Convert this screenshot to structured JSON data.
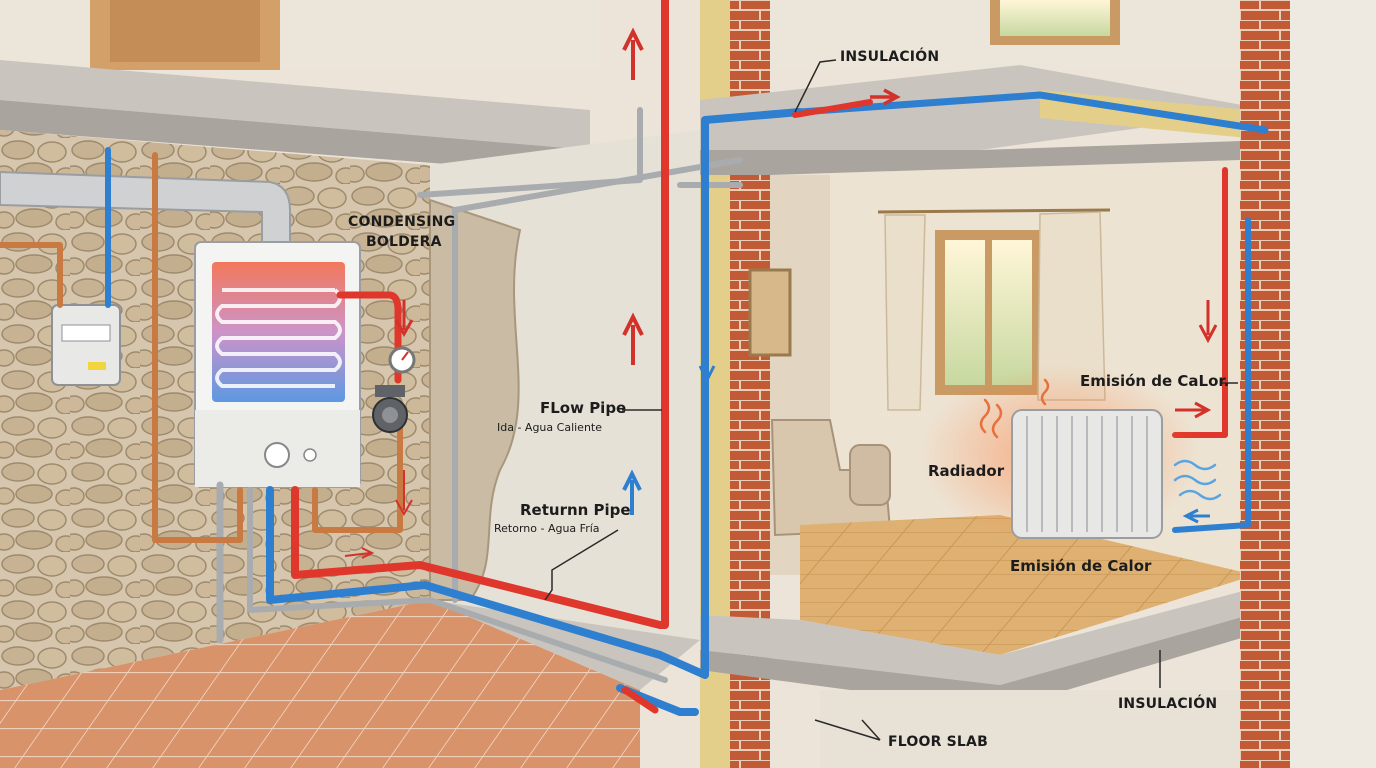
{
  "labels": {
    "boiler_title_line1": "CONDENSING",
    "boiler_title_line2": "BOLDERA",
    "insulation_top": "INSULACIÓN",
    "flow_pipe_title": "FLow Pipe",
    "flow_pipe_subtitle": "Ida - Agua Caliente",
    "return_pipe_title": "Returnn Pipe",
    "return_pipe_subtitle": "Retorno - Agua Fría",
    "heat_emission_upper": "Emisión de CaLor.",
    "radiator": "Radiador",
    "heat_emission_lower": "Emisión de Calor",
    "insulation_bottom": "INSULACIÓN",
    "floor_slab": "FLOOR SLAB"
  },
  "colors": {
    "flow_pipe": "#e0372c",
    "return_pipe": "#2f7fd0",
    "copper_pipe": "#c97a43",
    "grey_pipe": "#a9acaf",
    "brick": "#c25a36",
    "insulation": "#e3cf8a",
    "concrete": "#bdbab4",
    "stone_wall": "#cfbfa6",
    "floor_wood": "#dcae6c",
    "floor_tile": "#d68c63"
  },
  "icons": [
    "flow-arrow-up-icon",
    "flow-arrow-down-icon",
    "return-arrow-up-icon",
    "return-arrow-down-icon",
    "pressure-gauge-icon",
    "circulation-pump-icon",
    "gas-meter-icon",
    "heat-wave-icon"
  ]
}
